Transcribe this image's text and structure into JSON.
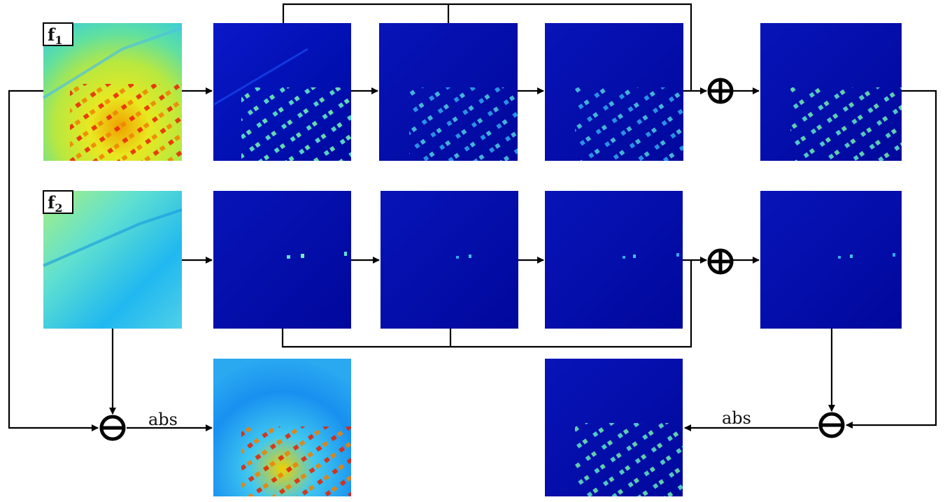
{
  "labels": {
    "f1_base": "f",
    "f1_sub": "1",
    "f2_base": "f",
    "f2_sub": "2",
    "abs_left": "abs",
    "abs_right": "abs"
  },
  "colors": {
    "jet_low": "#00008f",
    "jet_mid_blue": "#0050ff",
    "jet_cyan": "#00d8ff",
    "jet_yellow": "#e6f000",
    "jet_red": "#d81000",
    "line": "#000000"
  },
  "operators": {
    "add_top": "plus-circle",
    "add_bottom": "plus-circle",
    "sub_left": "minus-circle",
    "sub_right": "minus-circle"
  }
}
